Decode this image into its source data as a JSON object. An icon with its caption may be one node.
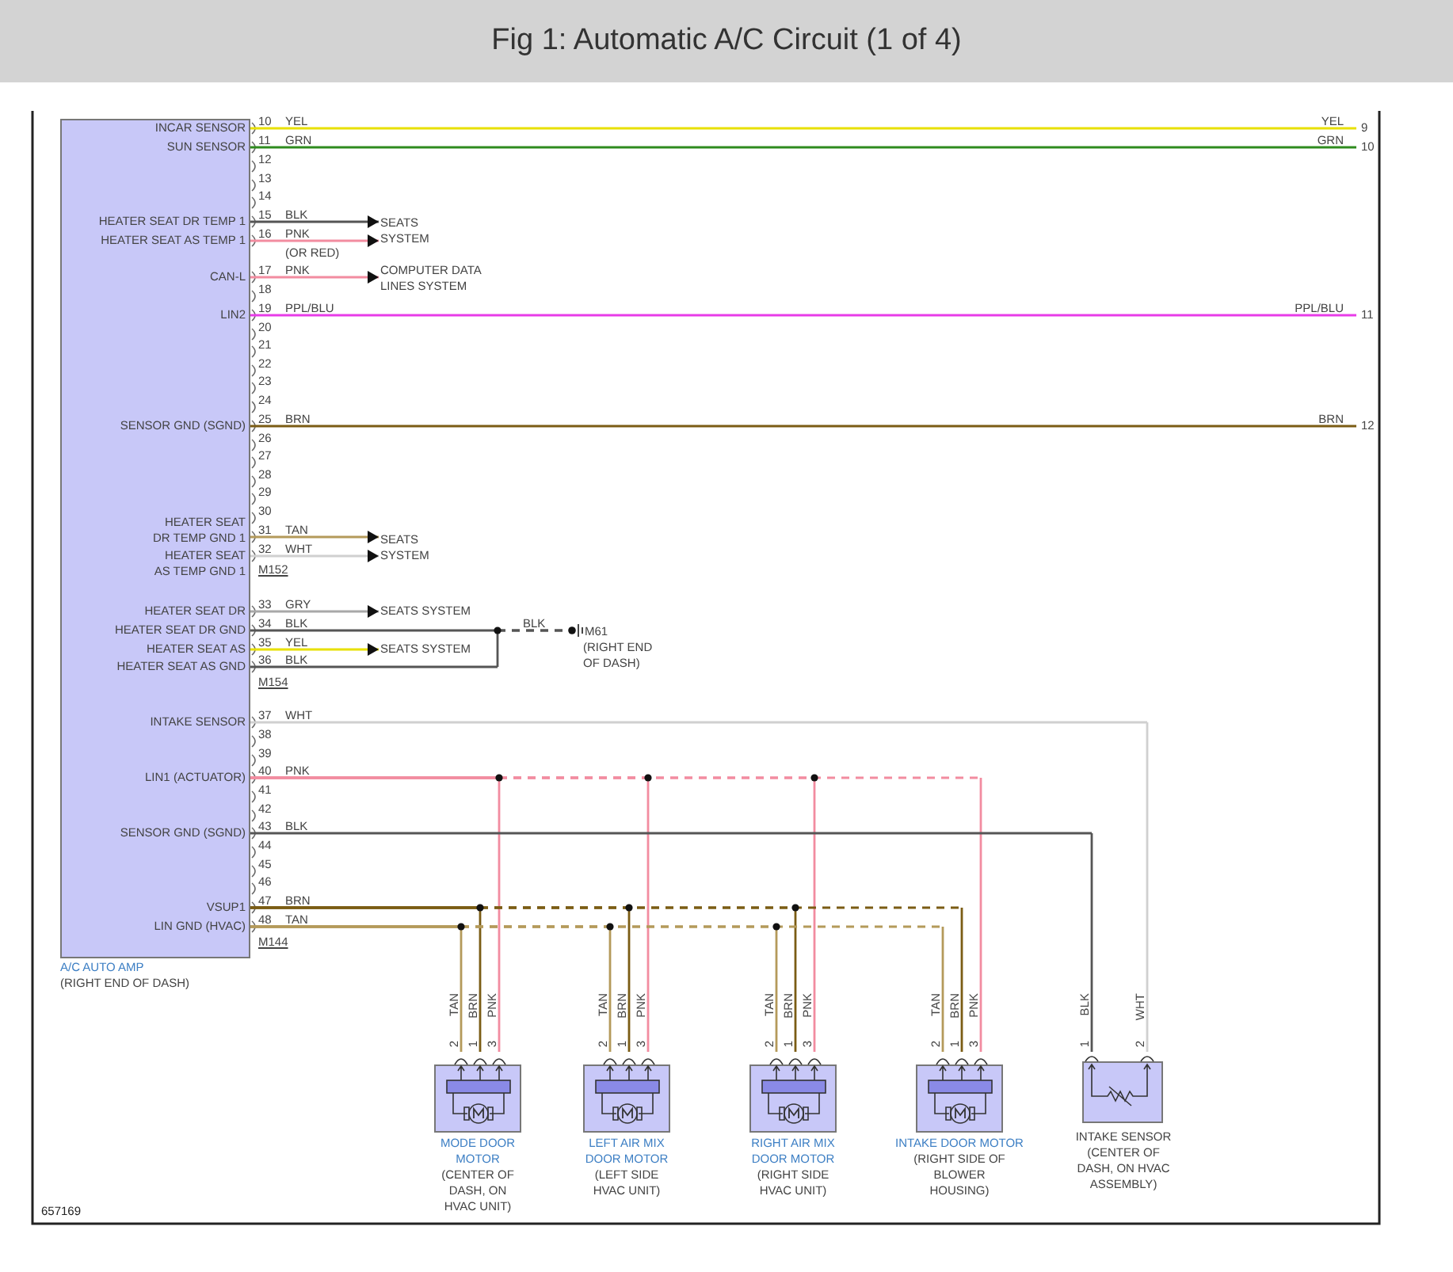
{
  "diagram": {
    "title": "Fig 1: Automatic A/C Circuit (1 of 4)",
    "nodes": [
      {
        "text": [
          "A/C AUTO AMP",
          "(RIGHT END OF DASH)"
        ]
      },
      {
        "text": [
          "INCAR SENSOR"
        ],
        "in": 0
      },
      {
        "text": [
          "SUN SENSOR"
        ],
        "in": 0
      },
      {
        "text": [
          "HEATER SEAT DR TEMP 1"
        ],
        "in": 0
      },
      {
        "text": [
          "HEATER SEAT AS TEMP 1"
        ],
        "in": 0
      },
      {
        "text": [
          "CAN-L"
        ],
        "in": 0
      },
      {
        "text": [
          "LIN2"
        ],
        "in": 0
      },
      {
        "text": [
          "SENSOR GND (SGND)"
        ],
        "in": 0
      },
      {
        "text": [
          "HEATER SEAT DR TEMP GND 1"
        ],
        "in": 0
      },
      {
        "text": [
          "HEATER SEAT AS TEMP GND 1"
        ],
        "in": 0
      },
      {
        "text": [
          "HEATER SEAT DR"
        ],
        "in": 0
      },
      {
        "text": [
          "HEATER SEAT DR GND"
        ],
        "in": 0
      },
      {
        "text": [
          "HEATER SEAT AS"
        ],
        "in": 0
      },
      {
        "text": [
          "HEATER SEAT AS GND"
        ],
        "in": 0
      },
      {
        "text": [
          "INTAKE SENSOR"
        ],
        "in": 0
      },
      {
        "text": [
          "LIN1 (ACTUATOR)"
        ],
        "in": 0
      },
      {
        "text": [
          "SENSOR GND (SGND)"
        ],
        "in": 0
      },
      {
        "text": [
          "VSUP1"
        ],
        "in": 0
      },
      {
        "text": [
          "LIN GND (HVAC)"
        ],
        "in": 0
      },
      {
        "text": [
          "9"
        ]
      },
      {
        "text": [
          "10"
        ]
      },
      {
        "text": [
          "11"
        ]
      },
      {
        "text": [
          "12"
        ]
      },
      {
        "text": [
          "SEATS SYSTEM"
        ]
      },
      {
        "text": [
          "COMPUTER DATA LINES SYSTEM"
        ]
      },
      {
        "text": [
          "SEATS SYSTEM"
        ]
      },
      {
        "text": [
          "SEATS SYSTEM"
        ]
      },
      {
        "text": [
          "SEATS SYSTEM"
        ]
      },
      {
        "text": [
          "M61",
          "(RIGHT END OF DASH)"
        ]
      },
      {
        "text": [
          "MODE DOOR MOTOR",
          "(CENTER OF DASH, ON HVAC UNIT)"
        ]
      },
      {
        "text": [
          "LEFT AIR MIX DOOR MOTOR",
          "(LEFT SIDE HVAC UNIT)"
        ]
      },
      {
        "text": [
          "RIGHT AIR MIX DOOR MOTOR",
          "(RIGHT SIDE HVAC UNIT)"
        ]
      },
      {
        "text": [
          "INTAKE DOOR MOTOR",
          "(RIGHT SIDE OF BLOWER HOUSING)"
        ]
      },
      {
        "text": [
          "INTAKE SENSOR",
          "(CENTER OF DASH, ON HVAC ASSEMBLY)"
        ]
      }
    ],
    "edges": [
      {
        "from": 1,
        "to": 19,
        "arrow": "none",
        "label": "YEL",
        "color": "#e8e000"
      },
      {
        "from": 2,
        "to": 20,
        "arrow": "none",
        "label": "GRN",
        "color": "#2e8b1e"
      },
      {
        "from": 3,
        "to": 23,
        "arrow": "to",
        "label": "BLK",
        "color": "#555555"
      },
      {
        "from": 4,
        "to": 23,
        "arrow": "to",
        "label": "PNK",
        "color": "#f28ca0"
      },
      {
        "from": 5,
        "to": 24,
        "arrow": "to",
        "label": "PNK",
        "color": "#f28ca0"
      },
      {
        "from": 6,
        "to": 21,
        "arrow": "none",
        "label": "PPL/BLU",
        "color": "#e83ce8"
      },
      {
        "from": 7,
        "to": 22,
        "arrow": "none",
        "label": "BRN",
        "color": "#7b5c14"
      },
      {
        "from": 8,
        "to": 25,
        "arrow": "to",
        "label": "TAN",
        "color": "#b49a5a"
      },
      {
        "from": 9,
        "to": 25,
        "arrow": "to",
        "label": "WHT",
        "color": "#d0d0d0"
      },
      {
        "from": 10,
        "to": 26,
        "arrow": "to",
        "label": "GRY",
        "color": "#a8a8a8"
      },
      {
        "from": 11,
        "to": 28,
        "arrow": "none",
        "label": "BLK",
        "color": "#555555"
      },
      {
        "from": 12,
        "to": 27,
        "arrow": "to",
        "label": "YEL",
        "color": "#e8e000"
      },
      {
        "from": 13,
        "to": 28,
        "arrow": "none",
        "label": "BLK",
        "color": "#555555"
      },
      {
        "from": 14,
        "to": 33,
        "arrow": "none",
        "label": "WHT",
        "color": "#d0d0d0"
      },
      {
        "from": 15,
        "to": 29,
        "arrow": "none",
        "label": "PNK",
        "color": "#f28ca0"
      },
      {
        "from": 15,
        "to": 30,
        "arrow": "none",
        "label": "PNK",
        "color": "#f28ca0"
      },
      {
        "from": 15,
        "to": 31,
        "arrow": "none",
        "label": "PNK",
        "color": "#f28ca0"
      },
      {
        "from": 15,
        "to": 32,
        "arrow": "none",
        "label": "PNK",
        "color": "#f28ca0"
      },
      {
        "from": 16,
        "to": 33,
        "arrow": "none",
        "label": "BLK",
        "color": "#555555"
      },
      {
        "from": 17,
        "to": 29,
        "arrow": "none",
        "label": "BRN",
        "color": "#7b5c14"
      },
      {
        "from": 17,
        "to": 30,
        "arrow": "none",
        "label": "BRN",
        "color": "#7b5c14"
      },
      {
        "from": 17,
        "to": 31,
        "arrow": "none",
        "label": "BRN",
        "color": "#7b5c14"
      },
      {
        "from": 17,
        "to": 32,
        "arrow": "none",
        "label": "BRN",
        "color": "#7b5c14"
      },
      {
        "from": 18,
        "to": 29,
        "arrow": "none",
        "label": "TAN",
        "color": "#b49a5a"
      },
      {
        "from": 18,
        "to": 30,
        "arrow": "none",
        "label": "TAN",
        "color": "#b49a5a"
      },
      {
        "from": 18,
        "to": 31,
        "arrow": "none",
        "label": "TAN",
        "color": "#b49a5a"
      },
      {
        "from": 18,
        "to": 32,
        "arrow": "none",
        "label": "TAN",
        "color": "#b49a5a"
      }
    ],
    "labels": [
      "10",
      "YEL",
      "11",
      "GRN",
      "12",
      "13",
      "14",
      "15",
      "16",
      "(OR RED)",
      "17",
      "18",
      "19",
      "PPL/BLU",
      "20",
      "21",
      "22",
      "23",
      "24",
      "25",
      "BRN",
      "26",
      "27",
      "28",
      "29",
      "30",
      "31",
      "32",
      "M152",
      "33",
      "34",
      "BLK",
      "35",
      "36",
      "M154",
      "37",
      "38",
      "39",
      "40",
      "PNK",
      "41",
      "42",
      "43",
      "44",
      "45",
      "46",
      "47",
      "BRN",
      "48",
      "TAN",
      "M144",
      "BLK",
      "WHT",
      "2",
      "1",
      "3",
      "2",
      "1",
      "3",
      "2",
      "1",
      "3",
      "2",
      "1",
      "3",
      "1",
      "2",
      "657169"
    ]
  }
}
